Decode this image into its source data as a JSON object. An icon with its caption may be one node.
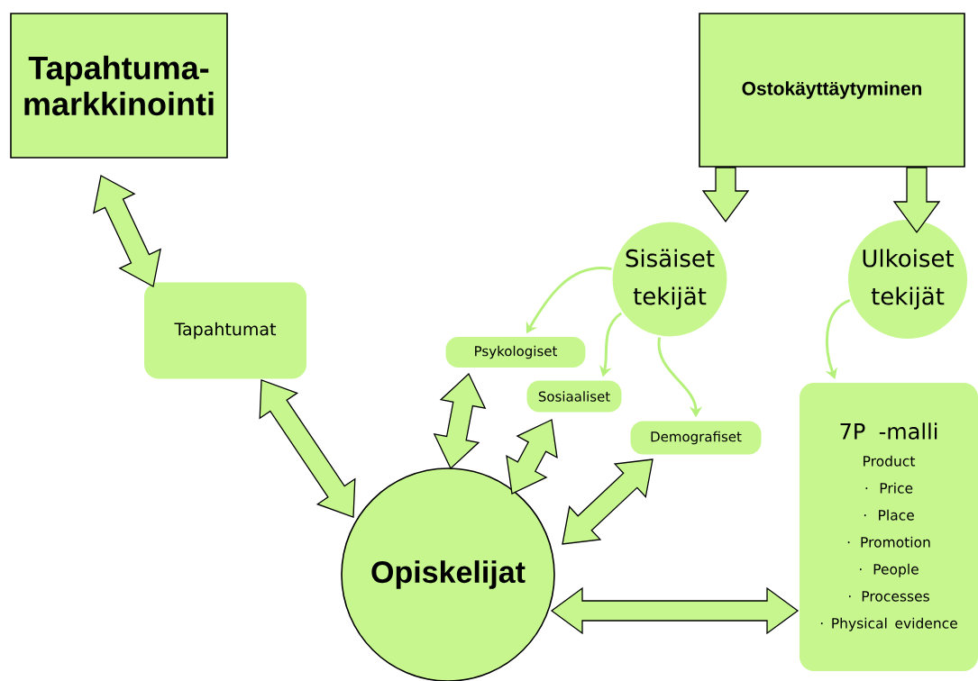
{
  "diagram": {
    "nodes": [
      {
        "text": [
          "Tapahtuma- markkinointi"
        ]
      },
      {
        "text": [
          "Ostokäyttäytyminen"
        ]
      },
      {
        "text": [
          "Tapahtumat"
        ]
      },
      {
        "text": [
          "Sisäiset tekijät"
        ]
      },
      {
        "text": [
          "Ulkoiset tekijät"
        ]
      },
      {
        "text": [
          "Psykologiset"
        ]
      },
      {
        "text": [
          "Sosiaaliset"
        ]
      },
      {
        "text": [
          "Demografiset"
        ]
      },
      {
        "text": [
          "7P -malli",
          "Product",
          "· Price",
          "· Place",
          "· Promotion",
          "· People",
          "· Processes",
          "· Physical evidence"
        ]
      },
      {
        "text": [
          "Opiskelijat"
        ]
      }
    ],
    "edges": [
      {
        "from": 0,
        "to": 2,
        "arrow": "both",
        "style": "thick"
      },
      {
        "from": 1,
        "to": 3,
        "arrow": "to",
        "style": "thick"
      },
      {
        "from": 1,
        "to": 4,
        "arrow": "to",
        "style": "thick"
      },
      {
        "from": 3,
        "to": 5,
        "arrow": "to"
      },
      {
        "from": 3,
        "to": 6,
        "arrow": "to"
      },
      {
        "from": 3,
        "to": 7,
        "arrow": "to"
      },
      {
        "from": 4,
        "to": 8,
        "arrow": "to"
      },
      {
        "from": 2,
        "to": 9,
        "arrow": "both",
        "style": "thick"
      },
      {
        "from": 5,
        "to": 9,
        "arrow": "both",
        "style": "thick"
      },
      {
        "from": 6,
        "to": 9,
        "arrow": "both",
        "style": "thick"
      },
      {
        "from": 7,
        "to": 9,
        "arrow": "both",
        "style": "thick"
      },
      {
        "from": 9,
        "to": 8,
        "arrow": "both",
        "style": "thick"
      }
    ]
  }
}
